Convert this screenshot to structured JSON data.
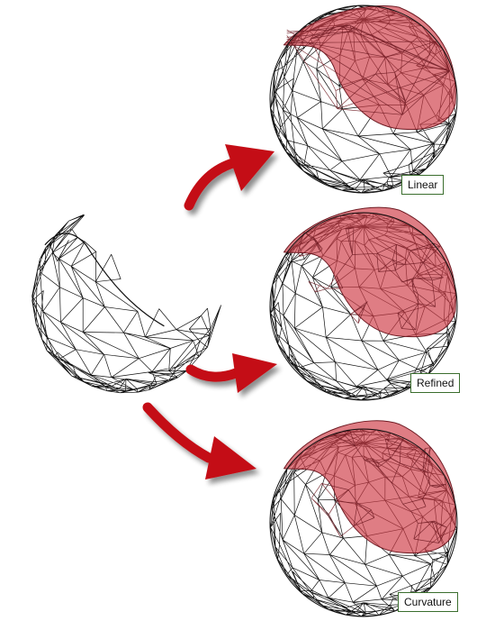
{
  "colors": {
    "background": "#ffffff",
    "wire": "#111111",
    "patch_fill": "#d0404a",
    "patch_stroke": "#6e1a22",
    "arrow_fill": "#c40a12",
    "arrow_shadow": "#8a8a8a",
    "label_border": "#3b6e2e"
  },
  "results": [
    {
      "label": "Linear"
    },
    {
      "label": "Refined"
    },
    {
      "label": "Curvature"
    }
  ],
  "icons": {
    "arrow": "curved-arrow-icon"
  }
}
